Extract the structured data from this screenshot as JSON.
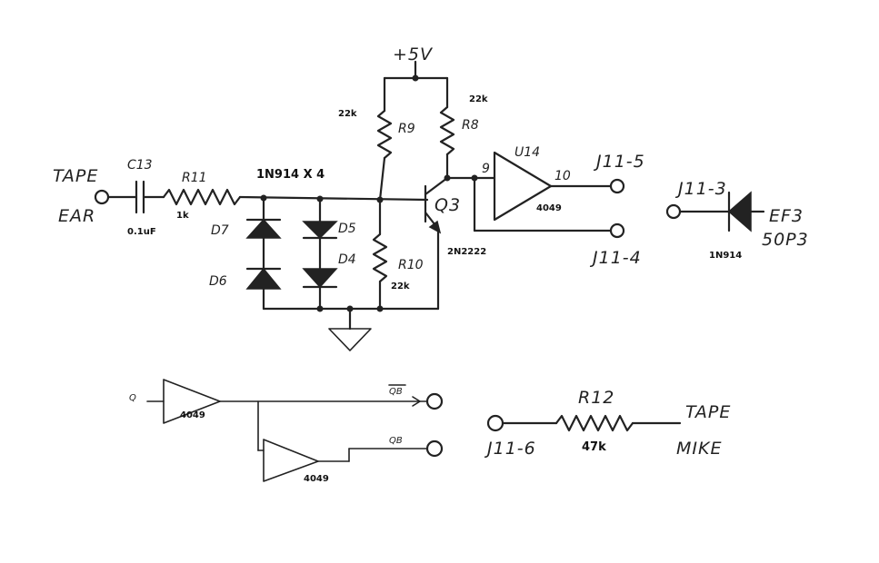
{
  "power": {
    "supply": "+5V"
  },
  "input": {
    "tape_label": "TAPE",
    "ear_label": "EAR"
  },
  "capacitor": {
    "ref": "C13",
    "value": "0.1uF"
  },
  "resistors": {
    "r11": {
      "ref": "R11",
      "value": "1k"
    },
    "r9": {
      "ref": "R9",
      "value": "22k"
    },
    "r8": {
      "ref": "R8",
      "value": "22k"
    },
    "r10": {
      "ref": "R10",
      "value": "22k"
    },
    "r12": {
      "ref": "R12",
      "value": "47k"
    }
  },
  "diodes": {
    "group_label": "1N914 X 4",
    "d7": "D7",
    "d6": "D6",
    "d5": "D5",
    "d4": "D4",
    "single_part": "1N914"
  },
  "transistor": {
    "ref": "Q3",
    "part": "2N2222"
  },
  "buffer_u14": {
    "ref": "U14",
    "part": "4049",
    "pin_in": "9",
    "pin_out": "10"
  },
  "connectors": {
    "j11_5": "J11-5",
    "j11_4": "J11-4",
    "j11_3": "J11-3",
    "j11_6": "J11-6"
  },
  "ef3": {
    "line1": "EF3",
    "line2": "50P3"
  },
  "inverter_section": {
    "input_label": "Q",
    "inv1_part": "4049",
    "inv2_part": "4049",
    "out_bar_label": "QB",
    "out_label": "QB"
  },
  "tape_mike": {
    "tape_label": "TAPE",
    "mike_label": "MIKE"
  }
}
